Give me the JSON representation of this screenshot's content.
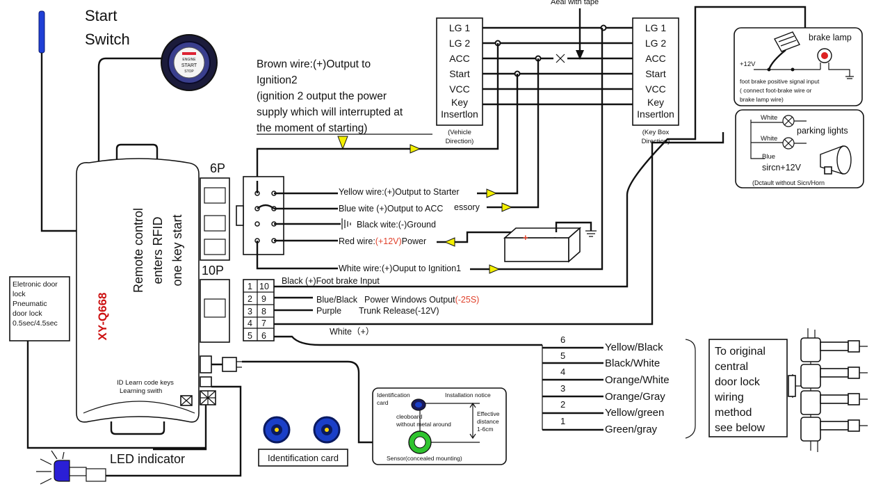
{
  "start_switch": {
    "title_line1": "Start",
    "title_line2": "Switch",
    "button_top": "ENGINE",
    "button_mid": "START",
    "button_bot": "STOP"
  },
  "antenna": {},
  "unit": {
    "text_line1": "Remote control",
    "text_line2": "enters RFID",
    "text_line3": "one key start",
    "model": "XY-Q668",
    "id_learn_line1": "ID Learn code keys",
    "id_learn_line2": "Learning swith"
  },
  "connectors": {
    "six_pin": "6P",
    "ten_pin": "10P"
  },
  "door_lock_note": {
    "line1": "Eletronic door",
    "line2": "lock",
    "line3": "Pneumatic",
    "line4": "door lock",
    "line5": "0.5sec/4.5sec"
  },
  "led": {
    "label": "LED indicator"
  },
  "brown_wire": {
    "line1": "Brown wire:(+)Output to",
    "line2": "Ignition2",
    "line3": "(ignition 2 output the power",
    "line4": "supply which will interrupted at",
    "line5": "the moment of starting)"
  },
  "tape_label": "Aeal with tape",
  "vehicle_block": {
    "labels": [
      "LG 1",
      "LG 2",
      "ACC",
      "Start",
      "VCC",
      "Key",
      "Insertlon"
    ],
    "caption_line1": "(Vehicle",
    "caption_line2": "Direction)"
  },
  "keybox_block": {
    "labels": [
      "LG 1",
      "LG 2",
      "ACC",
      "Start",
      "VCC",
      "Key",
      "Insertlon"
    ],
    "caption_line1": "(Key Box",
    "caption_line2": "Direction)"
  },
  "six_pin_wires": {
    "yellow": "Yellow wire:(+)Output to Starter",
    "blue": "Blue wite (+)Output to ACC",
    "blue_suffix": "essory",
    "black": "Black wite:(-)Ground",
    "red_prefix": "Red wire:",
    "red_value": "(+12V)",
    "red_suffix": "Power",
    "white": "White wire:(+)Ouput to Ignition1"
  },
  "ten_pin": {
    "rows": [
      [
        "1",
        "10"
      ],
      [
        "2",
        "9"
      ],
      [
        "3",
        "8"
      ],
      [
        "4",
        "7"
      ],
      [
        "5",
        "6"
      ]
    ],
    "black": "Black  (+)Foot brake Input",
    "blue_black": "Blue/Black",
    "power_windows": "Power Windows Output",
    "power_windows_value": "(-25S)",
    "purple": "Purple",
    "trunk": "Trunk Release(-12V)",
    "white": "White（+）"
  },
  "door_wires": {
    "numbers": [
      "6",
      "5",
      "4",
      "3",
      "2",
      "1"
    ],
    "colors": [
      "Yellow/Black",
      "Black/White",
      "Orange/White",
      "Orange/Gray",
      "Yellow/green",
      "Green/gray"
    ]
  },
  "central_lock_note": {
    "line1": "To original",
    "line2": "central",
    "line3": "door lock",
    "line4": "wiring",
    "line5": "method",
    "line6": "see below"
  },
  "brake_box": {
    "title": "brake lamp",
    "voltage": "+12V",
    "line1": "foot brake positive signal input",
    "line2": "( connect foot-brake wire or",
    "line3": "brake lamp wire)"
  },
  "lights_box": {
    "white1": "White",
    "white2": "White",
    "parking": "parking lights",
    "blue": "Blue",
    "siren": "sircn+12V",
    "caption": "(Dctault without Sicn/Horn"
  },
  "battery": {
    "plus": "+",
    "minus": "-"
  },
  "sensor_box": {
    "id_line1": "Identification",
    "id_line2": "card",
    "install": "Installation notice",
    "cleo_line1": "cleoboard",
    "cleo_line2": "without metal around",
    "eff_line1": "Effective",
    "eff_line2": "distance",
    "eff_line3": "1-6cm",
    "sensor": "Sensor(concealed mounting)"
  },
  "id_card": {
    "label": "Identification card"
  },
  "colors": {
    "arrow": "#f4f000",
    "red_text": "#e0402a",
    "model_red": "#cc1111",
    "led_blue": "#2a1fd6",
    "card_blue": "#1a3fc8",
    "sensor_green": "#2fc42f"
  }
}
